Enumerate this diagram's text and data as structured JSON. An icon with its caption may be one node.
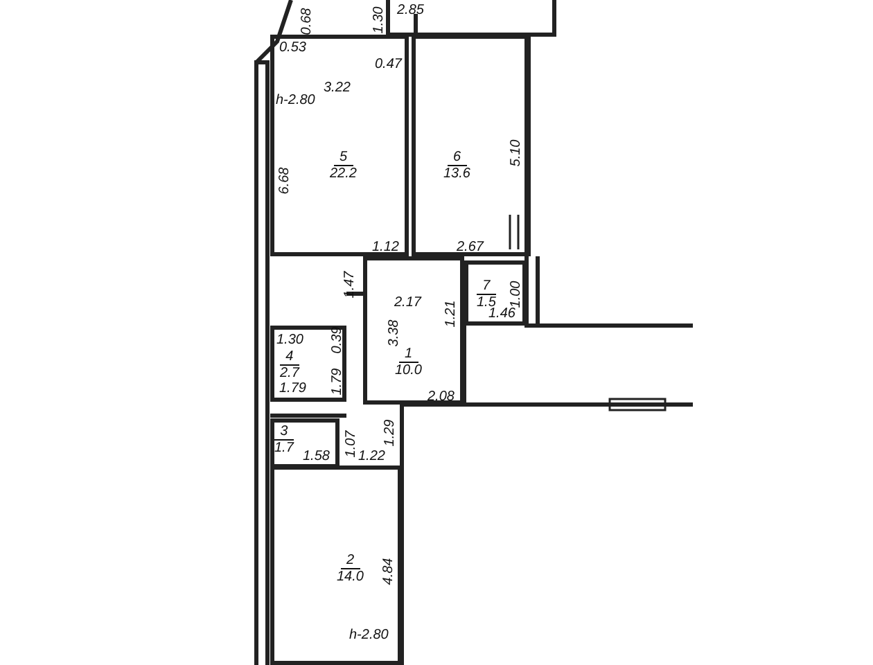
{
  "diagram": {
    "nodes": [
      {
        "text": [
          "5",
          "22.2"
        ]
      },
      {
        "text": [
          "6",
          "13.6"
        ]
      },
      {
        "text": [
          "7",
          "1.5"
        ]
      },
      {
        "text": [
          "1",
          "10.0"
        ]
      },
      {
        "text": [
          "4",
          "2.7"
        ]
      },
      {
        "text": [
          "3",
          "1.7"
        ]
      },
      {
        "text": [
          "2",
          "14.0"
        ]
      }
    ],
    "labels": [
      "0.68",
      "1.30",
      "2.85",
      "0.53",
      "0.47",
      "3.22",
      "h-2.80",
      "5.10",
      "6.68",
      "1.12",
      "2.67",
      "1.47",
      "2.17",
      "1.21",
      "1.00",
      "1.46",
      "0.39",
      "3.38",
      "1.30",
      "1.79",
      "1.79",
      "2.08",
      "1.07",
      "1.29",
      "1.58",
      "1.22",
      "4.84",
      "h-2.80"
    ]
  }
}
